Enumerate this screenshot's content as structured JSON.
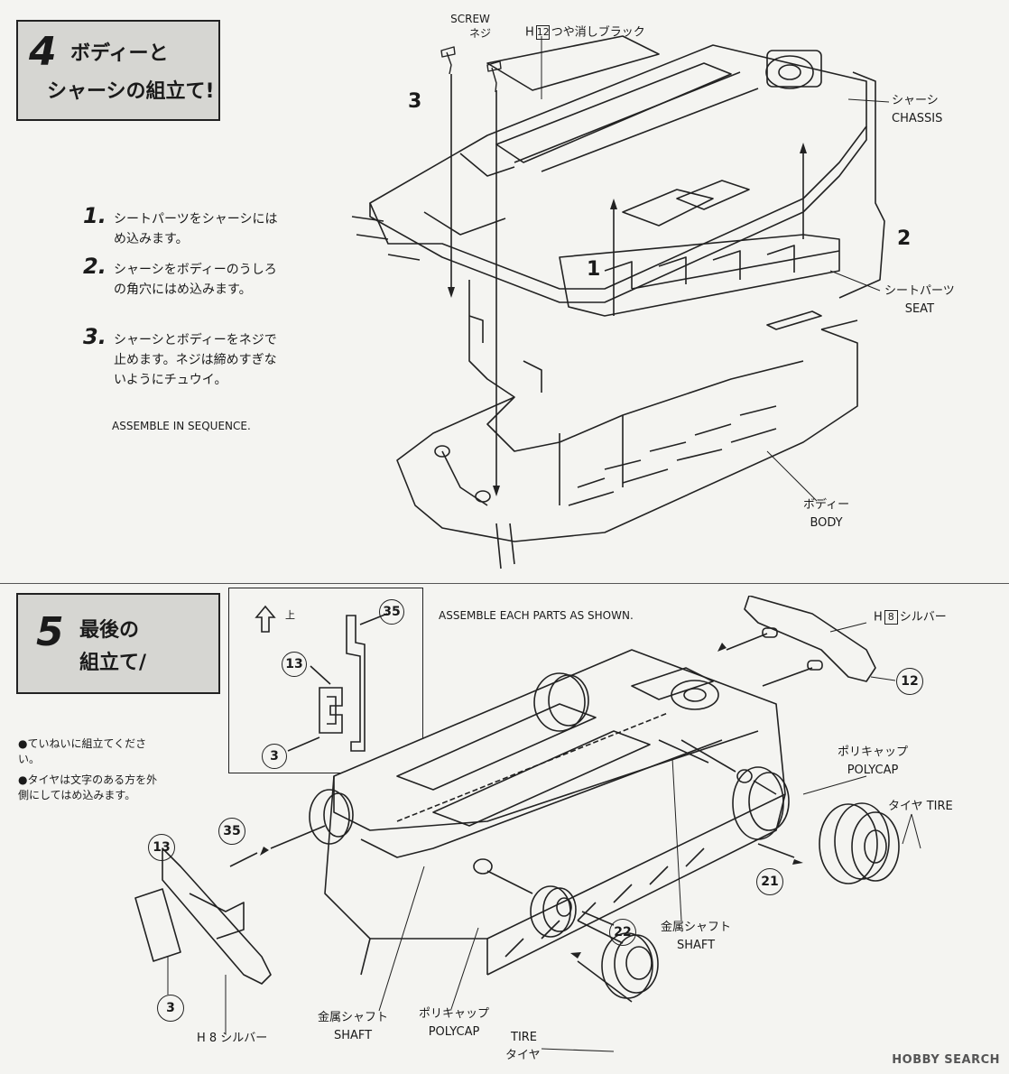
{
  "step4": {
    "number": "4",
    "title_line1": "ボディーと",
    "title_line2": "シャーシの組立て!",
    "instructions": [
      {
        "num": "1.",
        "text": "シートパーツをシャーシにはめ込みます。"
      },
      {
        "num": "2.",
        "text": "シャーシをボディーのうしろの角穴にはめ込みます。"
      },
      {
        "num": "3.",
        "text": "シャーシとボディーをネジで止めます。ネジは締めすぎないようにチュウイ。"
      }
    ],
    "note": "ASSEMBLE IN SEQUENCE.",
    "labels": {
      "screw_en": "SCREW",
      "screw_jp": "ネジ",
      "h12_prefix": "H",
      "h12_num": "12",
      "h12_text": "つや消しブラック",
      "chassis_jp": "シャーシ",
      "chassis_en": "CHASSIS",
      "seat_jp": "シートパーツ",
      "seat_en": "SEAT",
      "body_jp": "ボディー",
      "body_en": "BODY",
      "seq1": "1",
      "seq2": "2",
      "seq3": "3"
    }
  },
  "step5": {
    "number": "5",
    "title_line1": "最後の",
    "title_line2": "組立て/",
    "notes": [
      "●ていねいに組立てください。",
      "●タイヤは文字のある方を外側にしてはめ込みます。"
    ],
    "inset": {
      "up_label": "上",
      "part_35": "35",
      "part_13": "13",
      "part_3": "3"
    },
    "assemble_note": "ASSEMBLE EACH PARTS AS SHOWN.",
    "labels": {
      "h8_prefix": "H",
      "h8_num": "8",
      "h8_text": "シルバー",
      "h8_bottom": "H 8 シルバー",
      "part_12": "12",
      "part_13": "13",
      "part_35": "35",
      "part_3": "3",
      "part_21": "21",
      "part_22": "22",
      "polycap_jp_right": "ポリキャップ",
      "polycap_en_right": "POLYCAP",
      "tire_right": "タイヤ TIRE",
      "shaft_jp_mid": "金属シャフト",
      "shaft_en_mid": "SHAFT",
      "shaft_jp_bottom": "金属シャフト",
      "shaft_en_bottom": "SHAFT",
      "polycap_jp_bottom": "ポリキャップ",
      "polycap_en_bottom": "POLYCAP",
      "tire_en_bottom": "TIRE",
      "tire_jp_bottom": "タイヤ"
    }
  },
  "watermark": "HOBBY SEARCH"
}
